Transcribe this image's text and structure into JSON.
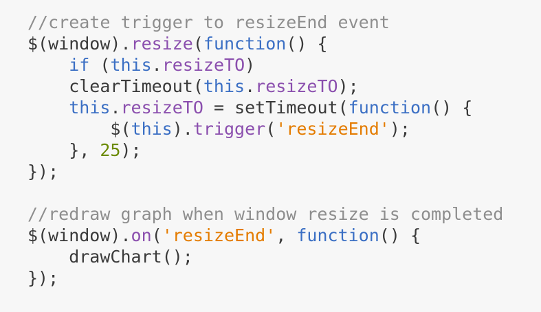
{
  "colors": {
    "background": "#f7f7f7",
    "comment": "#8e8e8e",
    "plain": "#3a3a3a",
    "keyword": "#3b6fc4",
    "method": "#8b4fae",
    "string": "#e47c00",
    "number": "#6b8a00"
  },
  "code_lines": [
    [
      {
        "t": "//create trigger to resizeEnd event",
        "c": "comment"
      }
    ],
    [
      {
        "t": "$(window).",
        "c": "plain"
      },
      {
        "t": "resize",
        "c": "method"
      },
      {
        "t": "(",
        "c": "plain"
      },
      {
        "t": "function",
        "c": "keyword"
      },
      {
        "t": "() {",
        "c": "plain"
      }
    ],
    [
      {
        "t": "    ",
        "c": "plain"
      },
      {
        "t": "if",
        "c": "keyword"
      },
      {
        "t": " (",
        "c": "plain"
      },
      {
        "t": "this",
        "c": "keyword"
      },
      {
        "t": ".",
        "c": "plain"
      },
      {
        "t": "resizeTO",
        "c": "method"
      },
      {
        "t": ")",
        "c": "plain"
      }
    ],
    [
      {
        "t": "    clearTimeout(",
        "c": "plain"
      },
      {
        "t": "this",
        "c": "keyword"
      },
      {
        "t": ".",
        "c": "plain"
      },
      {
        "t": "resizeTO",
        "c": "method"
      },
      {
        "t": ");",
        "c": "plain"
      }
    ],
    [
      {
        "t": "    ",
        "c": "plain"
      },
      {
        "t": "this",
        "c": "keyword"
      },
      {
        "t": ".",
        "c": "plain"
      },
      {
        "t": "resizeTO",
        "c": "method"
      },
      {
        "t": " = setTimeout(",
        "c": "plain"
      },
      {
        "t": "function",
        "c": "keyword"
      },
      {
        "t": "() {",
        "c": "plain"
      }
    ],
    [
      {
        "t": "        $(",
        "c": "plain"
      },
      {
        "t": "this",
        "c": "keyword"
      },
      {
        "t": ").",
        "c": "plain"
      },
      {
        "t": "trigger",
        "c": "method"
      },
      {
        "t": "(",
        "c": "plain"
      },
      {
        "t": "'resizeEnd'",
        "c": "string"
      },
      {
        "t": ");",
        "c": "plain"
      }
    ],
    [
      {
        "t": "    }, ",
        "c": "plain"
      },
      {
        "t": "25",
        "c": "number"
      },
      {
        "t": ");",
        "c": "plain"
      }
    ],
    [
      {
        "t": "});",
        "c": "plain"
      }
    ],
    [],
    [
      {
        "t": "//redraw graph when window resize is completed",
        "c": "comment"
      }
    ],
    [
      {
        "t": "$(window).",
        "c": "plain"
      },
      {
        "t": "on",
        "c": "method"
      },
      {
        "t": "(",
        "c": "plain"
      },
      {
        "t": "'resizeEnd'",
        "c": "string"
      },
      {
        "t": ", ",
        "c": "plain"
      },
      {
        "t": "function",
        "c": "keyword"
      },
      {
        "t": "() {",
        "c": "plain"
      }
    ],
    [
      {
        "t": "    drawChart();",
        "c": "plain"
      }
    ],
    [
      {
        "t": "});",
        "c": "plain"
      }
    ]
  ]
}
